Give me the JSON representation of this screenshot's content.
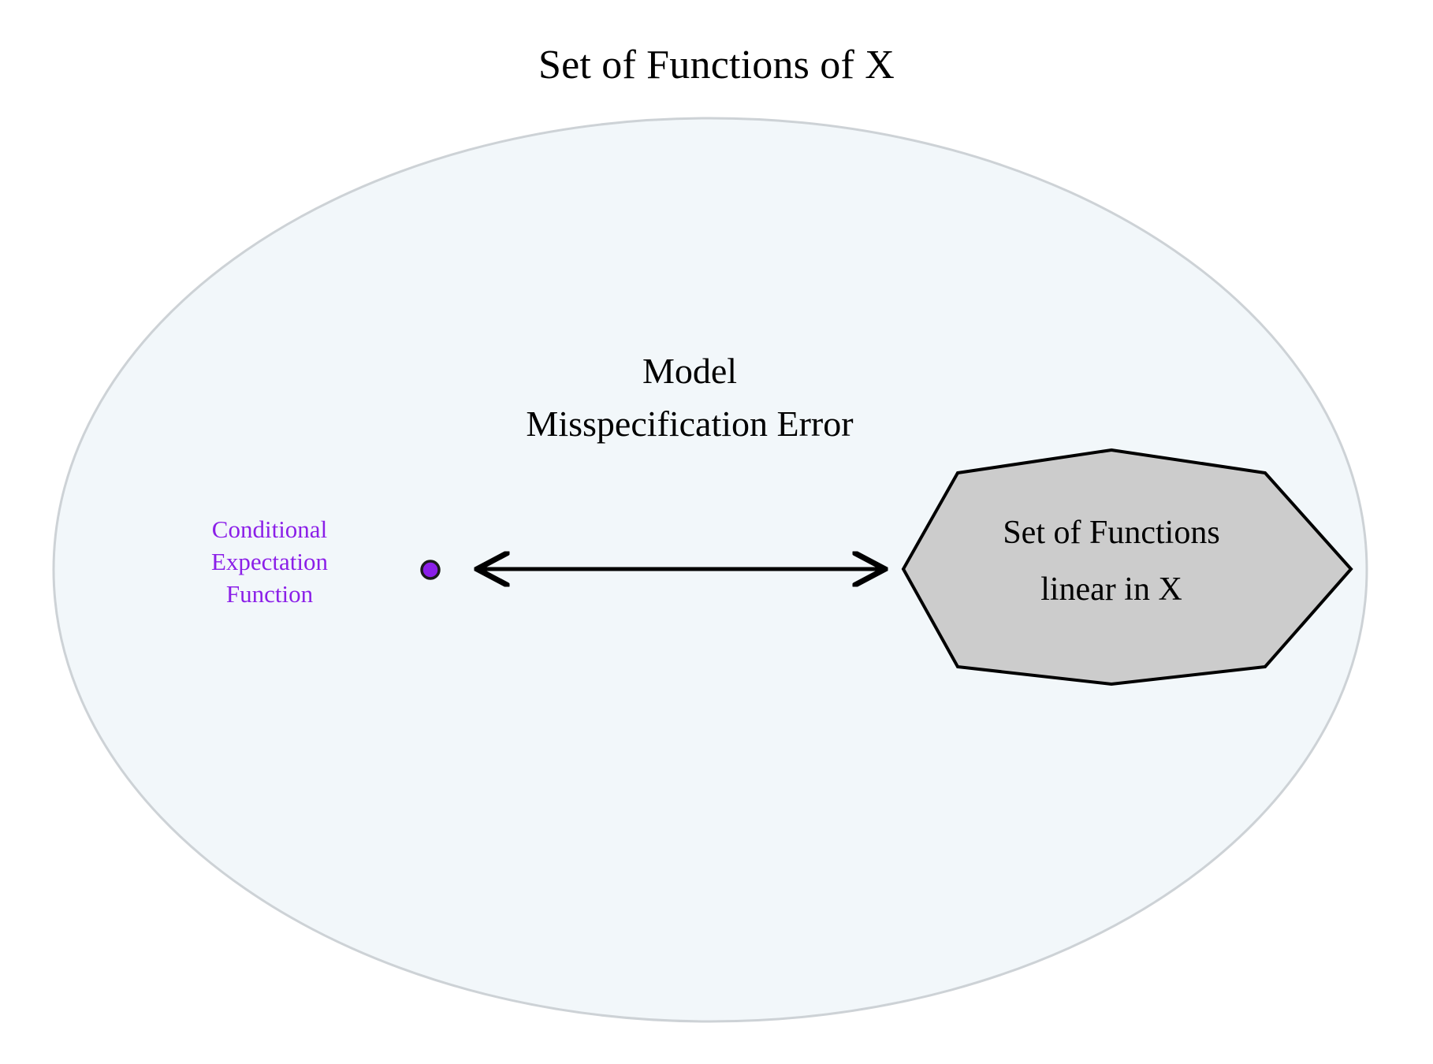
{
  "diagram": {
    "title": "Set of Functions of X",
    "universe_set": {
      "name": "Set of Functions of X",
      "shape": "ellipse",
      "fill": "#f2f7fa",
      "stroke": "#cdd2d6"
    },
    "point": {
      "label_lines": [
        "Conditional",
        "Expectation",
        "Function"
      ],
      "label_text": "Conditional Expectation Function",
      "color": "#8B1FE8",
      "stroke": "#1a1a1a",
      "shape": "dot"
    },
    "arrow": {
      "label_lines": [
        "Model",
        "Misspecification Error"
      ],
      "label_text": "Model Misspecification Error",
      "style": "double-headed",
      "color": "#000000"
    },
    "subset": {
      "label_lines": [
        "Set of Functions",
        "linear in X"
      ],
      "label_text": "Set of Functions linear in X",
      "shape": "octagon",
      "fill": "#cccccc",
      "stroke": "#000000"
    }
  },
  "colors": {
    "background": "#ffffff",
    "accent_purple": "#8B1FE8",
    "ellipse_fill": "#f2f7fa",
    "ellipse_stroke": "#cdd2d6",
    "octagon_fill": "#cccccc",
    "octagon_stroke": "#000000",
    "text": "#000000"
  }
}
